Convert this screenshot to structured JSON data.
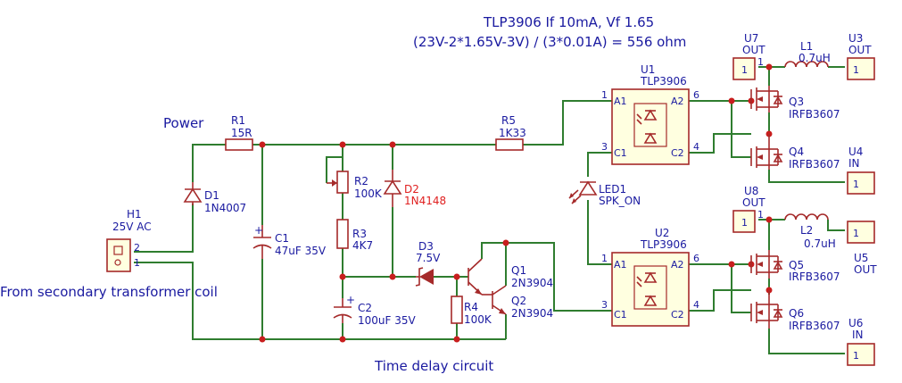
{
  "annotations": {
    "title": "TLP3906 If 10mA, Vf 1.65",
    "formula": "(23V-2*1.65V-3V) / (3*0.01A) = 556 ohm",
    "power": "Power",
    "source": "From secondary transformer coil",
    "delay": "Time delay circuit"
  },
  "components": {
    "h1": {
      "ref": "H1",
      "value": "25V AC",
      "pin1": "1",
      "pin2": "2"
    },
    "d1": {
      "ref": "D1",
      "value": "1N4007"
    },
    "r1": {
      "ref": "R1",
      "value": "15R"
    },
    "c1": {
      "ref": "C1",
      "value": "47uF 35V"
    },
    "r2": {
      "ref": "R2",
      "value": "100K"
    },
    "r3": {
      "ref": "R3",
      "value": "4K7"
    },
    "c2": {
      "ref": "C2",
      "value": "100uF 35V"
    },
    "d2": {
      "ref": "D2",
      "value": "1N4148"
    },
    "d3": {
      "ref": "D3",
      "value": "7.5V"
    },
    "r4": {
      "ref": "R4",
      "value": "100K"
    },
    "q1": {
      "ref": "Q1",
      "value": "2N3904"
    },
    "q2": {
      "ref": "Q2",
      "value": "2N3904"
    },
    "r5": {
      "ref": "R5",
      "value": "1K33"
    },
    "led1": {
      "ref": "LED1",
      "value": "SPK_ON"
    },
    "u1": {
      "ref": "U1",
      "value": "TLP3906",
      "a1": "A1",
      "c1": "C1",
      "a2": "A2",
      "c2": "C2",
      "p1": "1",
      "p3": "3",
      "p6": "6",
      "p4": "4"
    },
    "u2": {
      "ref": "U2",
      "value": "TLP3906",
      "a1": "A1",
      "c1": "C1",
      "a2": "A2",
      "c2": "C2",
      "p1": "1",
      "p3": "3",
      "p6": "6",
      "p4": "4"
    },
    "q3": {
      "ref": "Q3",
      "value": "IRFB3607"
    },
    "q4": {
      "ref": "Q4",
      "value": "IRFB3607"
    },
    "q5": {
      "ref": "Q5",
      "value": "IRFB3607"
    },
    "q6": {
      "ref": "Q6",
      "value": "IRFB3607"
    },
    "l1": {
      "ref": "L1",
      "value": "0.7uH"
    },
    "l2": {
      "ref": "L2",
      "value": "0.7uH"
    },
    "u7": {
      "ref": "U7",
      "value": "OUT",
      "pin": "1"
    },
    "u3": {
      "ref": "U3",
      "value": "OUT",
      "pin": "1"
    },
    "u4": {
      "ref": "U4",
      "value": "IN",
      "pin": "1"
    },
    "u8": {
      "ref": "U8",
      "value": "OUT",
      "pin": "1"
    },
    "u5": {
      "ref": "U5",
      "value": "OUT",
      "pin": "1"
    },
    "u6": {
      "ref": "U6",
      "value": "IN",
      "pin": "1"
    }
  }
}
